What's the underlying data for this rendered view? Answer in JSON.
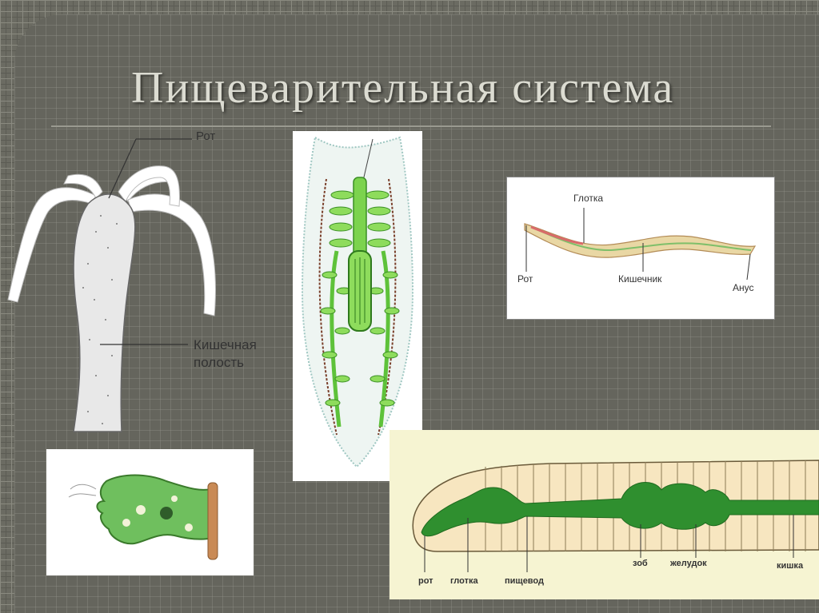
{
  "slide": {
    "title": "Пищеварительная система"
  },
  "hydra": {
    "mouth_label": "Рот",
    "cavity_label_line1": "Кишечная",
    "cavity_label_line2": "полость"
  },
  "roundworm": {
    "pharynx_label": "Глотка",
    "mouth_label": "Рот",
    "intestine_label": "Кишечник",
    "anus_label": "Анус"
  },
  "earthworm": {
    "labels": [
      "рот",
      "глотка",
      "пищевод",
      "зоб",
      "желудок",
      "кишка"
    ]
  }
}
